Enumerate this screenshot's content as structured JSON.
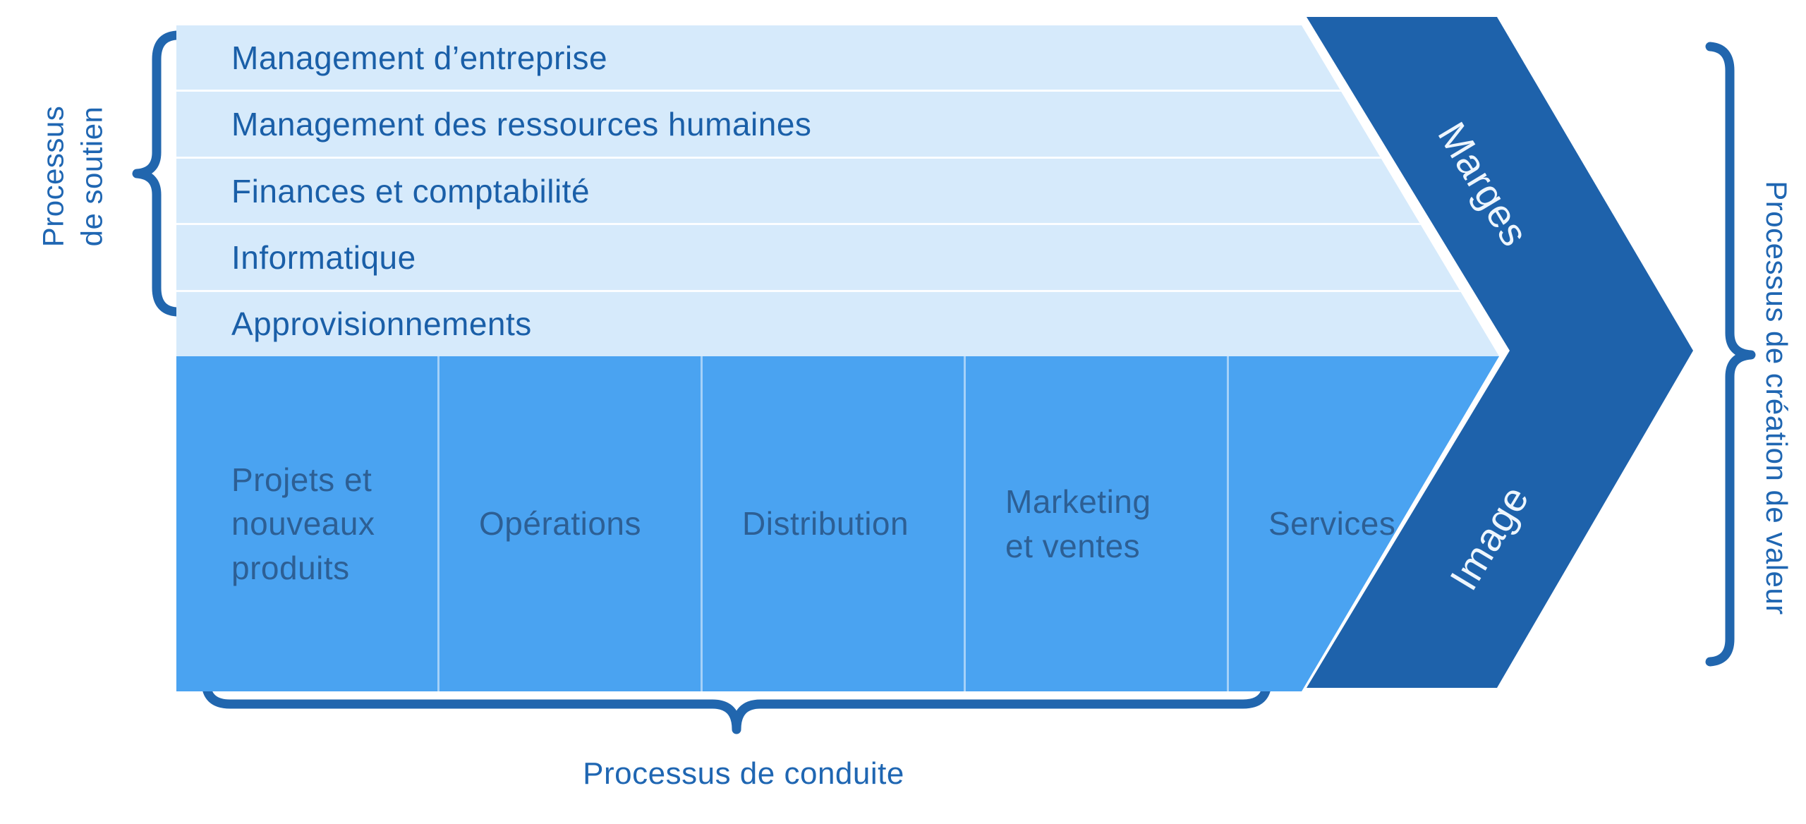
{
  "colors": {
    "row-fill": "#d6eafb",
    "col-fill": "#4aa3f1",
    "arrow-fill": "#1e62ab",
    "row-text": "#1a5fa8",
    "col-text": "#2d5f94",
    "arrow-text": "#eef6fd",
    "brace": "#2166ae",
    "label": "#1f66b2"
  },
  "support": {
    "label_line1": "Processus",
    "label_line2": "de soutien",
    "rows": [
      "Management d’entreprise",
      "Management des ressources humaines",
      "Finances et comptabilité",
      "Informatique",
      "Approvisionnements"
    ]
  },
  "primary": {
    "columns": [
      "Projets et\nnouveaux\nproduits",
      "Opérations",
      "Distribution",
      "Marketing\net ventes",
      "Services"
    ]
  },
  "arrow": {
    "top_label": "Marges",
    "bottom_label": "Image"
  },
  "right_label": "Processus de création de valeur",
  "bottom_label": "Processus de conduite"
}
